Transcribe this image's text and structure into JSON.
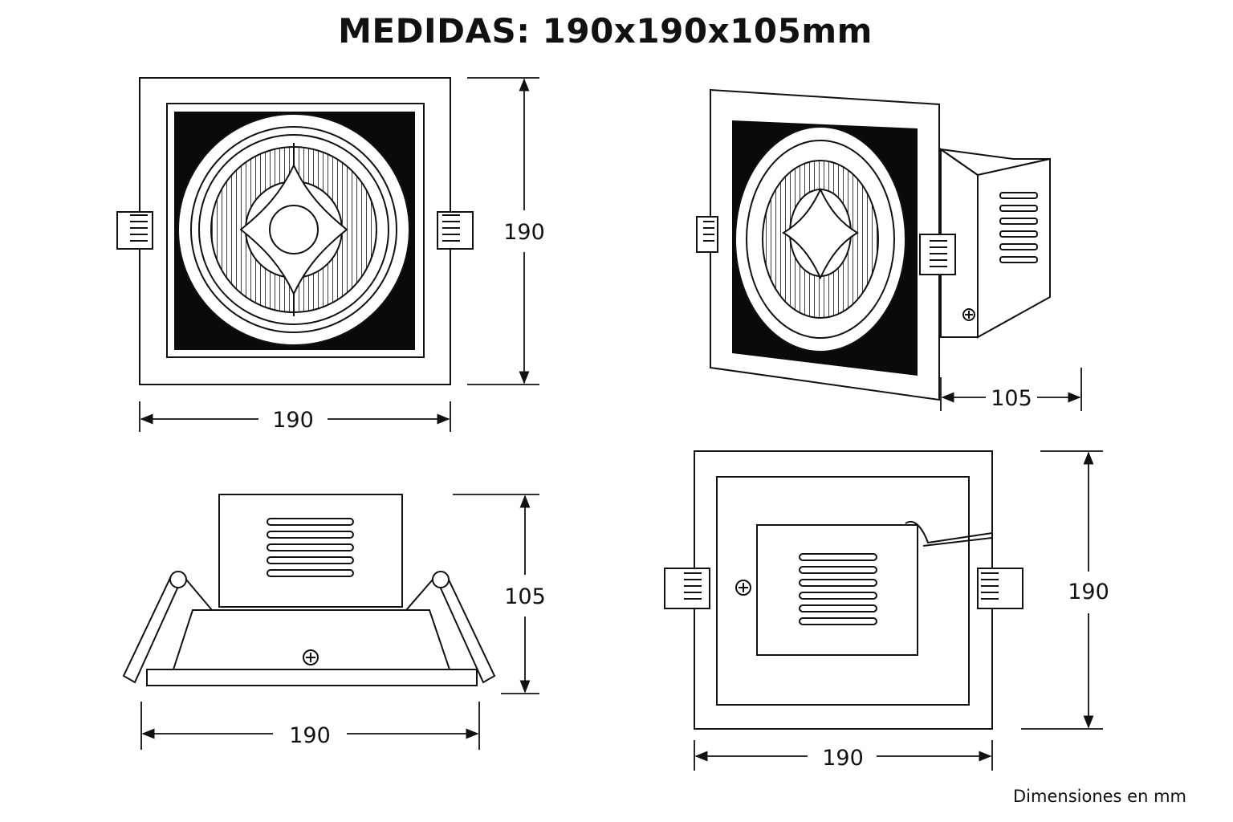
{
  "title": "MEDIDAS: 190x190x105mm",
  "footnote": "Dimensiones en mm",
  "views": {
    "front": {
      "width_label": "190",
      "height_label": "190"
    },
    "perspective": {
      "depth_label": "105"
    },
    "side": {
      "width_label": "190",
      "height_label": "105"
    },
    "back": {
      "width_label": "190",
      "height_label": "190"
    }
  },
  "colors": {
    "line": "#111111",
    "background": "#ffffff",
    "panel": "#0a0a0a"
  },
  "icons": [
    "screw-icon",
    "vent-slots-icon",
    "spring-clip-icon"
  ]
}
